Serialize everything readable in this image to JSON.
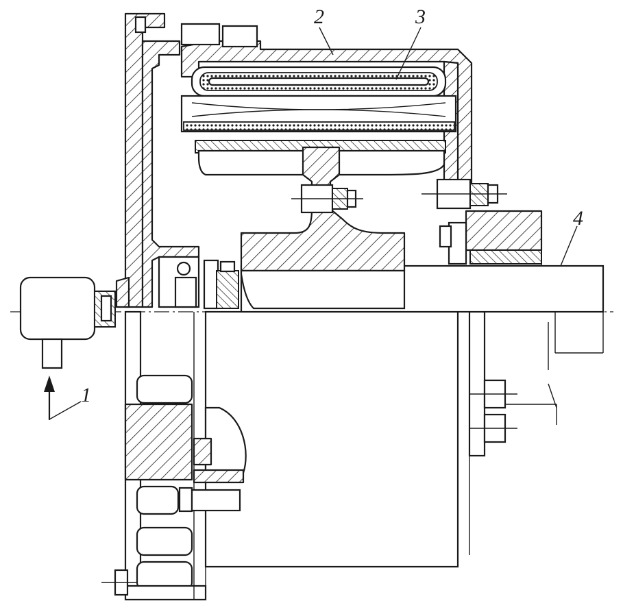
{
  "labels": {
    "part_1": "1",
    "part_2": "2",
    "part_3": "3",
    "part_4": "4"
  },
  "colors": {
    "ink": "#1a1a1a",
    "paper": "#ffffff"
  }
}
